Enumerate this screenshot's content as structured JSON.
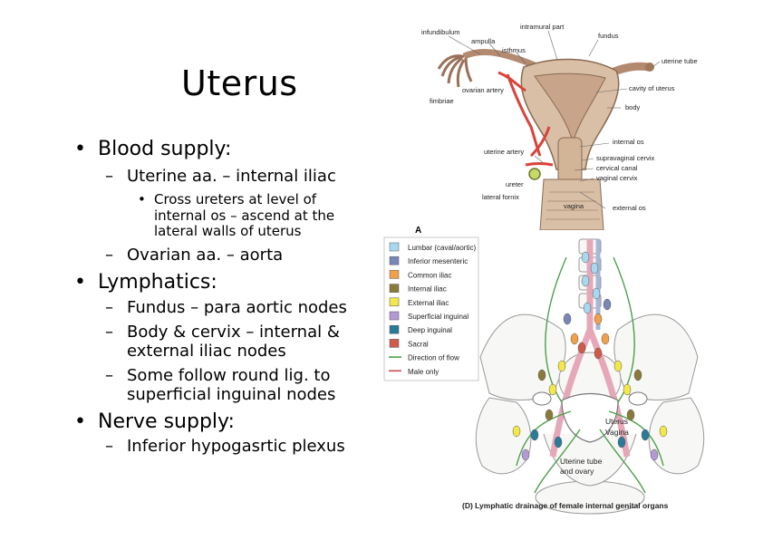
{
  "slide": {
    "title": "Uterus",
    "bullets": [
      {
        "text": "Blood supply:",
        "sub": [
          {
            "text": "Uterine aa. – internal iliac",
            "sub": [
              {
                "lines": [
                  "Cross ureters at level of",
                  "internal os – ascend at the",
                  "lateral walls of uterus"
                ]
              }
            ]
          },
          {
            "text": "Ovarian aa. – aorta"
          }
        ]
      },
      {
        "text": "Lymphatics:",
        "sub": [
          {
            "lines": [
              "Fundus – para aortic nodes"
            ]
          },
          {
            "lines": [
              "Body & cervix – internal &",
              "external iliac nodes"
            ]
          },
          {
            "lines": [
              "Some follow round lig. to",
              "superficial inguinal nodes"
            ]
          }
        ]
      },
      {
        "text": "Nerve supply:",
        "sub": [
          {
            "lines": [
              "Inferior hypogasrtic plexus"
            ]
          }
        ]
      }
    ],
    "bullet_glyph": "•",
    "dash_glyph": "–"
  },
  "figure_top": {
    "labels": {
      "infundibulum": "infundibulum",
      "ampulla": "ampulla",
      "isthmus": "isthmus",
      "intramural": "intramural part",
      "fundus": "fundus",
      "uterine_tube": "uterine tube",
      "fimbriae": "fimbriae",
      "ovarian_artery": "ovarian artery",
      "cavity": "cavity of uterus",
      "body": "body",
      "internal_os": "internal os",
      "uterine_artery": "uterine artery",
      "supravaginal": "supravaginal cervix",
      "cervical_canal": "cervical canal",
      "vaginal_cervix": "vaginal cervix",
      "ureter": "ureter",
      "lateral_fornix": "lateral fornix",
      "vagina": "vagina",
      "external_os": "external os"
    }
  },
  "figure_bottom": {
    "panel_letter": "A",
    "legend": [
      {
        "label": "Lumbar (caval/aortic)",
        "color": "#a8d8f0",
        "kind": "box"
      },
      {
        "label": "Inferior mesenteric",
        "color": "#7a86b8",
        "kind": "box"
      },
      {
        "label": "Common iliac",
        "color": "#f0a04a",
        "kind": "box"
      },
      {
        "label": "Internal iliac",
        "color": "#8a7a3a",
        "kind": "box"
      },
      {
        "label": "External iliac",
        "color": "#f2e84a",
        "kind": "box"
      },
      {
        "label": "Superficial inguinal",
        "color": "#b49ad4",
        "kind": "box"
      },
      {
        "label": "Deep inguinal",
        "color": "#2a7a9a",
        "kind": "box"
      },
      {
        "label": "Sacral",
        "color": "#d05a4a",
        "kind": "box"
      },
      {
        "label": "Direction of flow",
        "color": "#4aa04a",
        "kind": "arrow"
      },
      {
        "label": "Male only",
        "color": "#d04a4a",
        "kind": "line"
      }
    ],
    "labels": {
      "uterus": "Uterus",
      "vagina": "Vagina",
      "tube_ovary_1": "Uterine tube",
      "tube_ovary_2": "and ovary"
    },
    "caption": "(D) Lymphatic drainage of female internal genital organs"
  }
}
